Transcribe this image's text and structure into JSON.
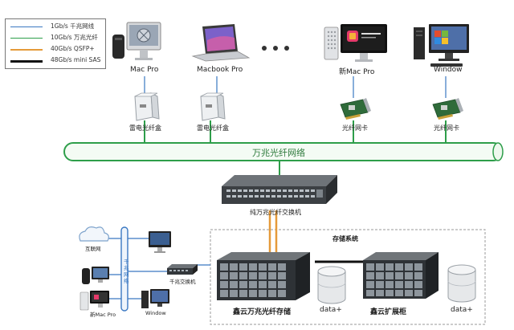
{
  "legend": [
    {
      "label": "1Gb/s 千兆网线",
      "color": "#3a78c2"
    },
    {
      "label": "10Gb/s 万兆光纤",
      "color": "#2e9e4a"
    },
    {
      "label": "40Gb/s QSFP+",
      "color": "#e59a3a"
    },
    {
      "label": "48Gb/s mini SAS",
      "color": "#111111"
    }
  ],
  "top_devices": [
    {
      "label": "Mac Pro",
      "adapter": "雷电光纤盒"
    },
    {
      "label": "Macbook Pro",
      "adapter": "雷电光纤盒"
    },
    {
      "label": "新Mac Pro",
      "adapter": "光纤网卡"
    },
    {
      "label": "Window",
      "adapter": "光纤网卡"
    }
  ],
  "ellipsis": "• • •",
  "network_label": "万兆光纤网络",
  "switch_label": "纯万兆光纤交换机",
  "storage_system_label": "存储系统",
  "storage_main_label": "鑫云万兆光纤存储",
  "storage_ext_label": "鑫云扩展柜",
  "data_label_1": "data+",
  "data_label_2": "data+",
  "gigabit_network_label": "千兆网络",
  "gigabit_switch_label": "千兆交换机",
  "internet_label": "互联网",
  "bottom_devices": [
    {
      "label": "新Mac Pro"
    },
    {
      "label": "Window"
    }
  ]
}
